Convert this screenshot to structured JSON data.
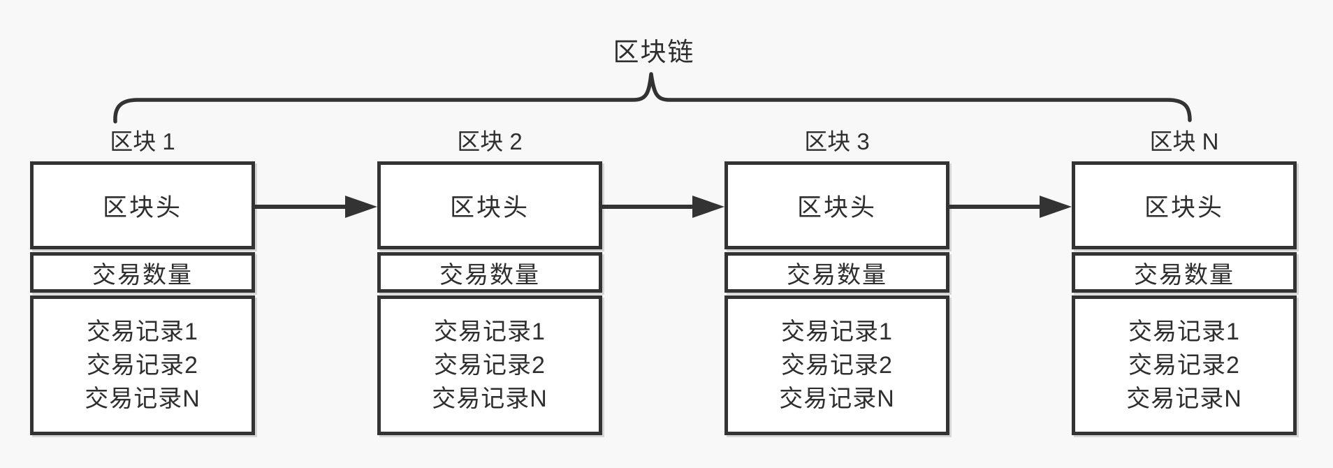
{
  "diagram": {
    "title": "区块链",
    "blocks": [
      {
        "label": "区块 1",
        "header": "区块头",
        "count": "交易数量",
        "records": [
          "交易记录1",
          "交易记录2",
          "交易记录N"
        ]
      },
      {
        "label": "区块 2",
        "header": "区块头",
        "count": "交易数量",
        "records": [
          "交易记录1",
          "交易记录2",
          "交易记录N"
        ]
      },
      {
        "label": "区块 3",
        "header": "区块头",
        "count": "交易数量",
        "records": [
          "交易记录1",
          "交易记录2",
          "交易记录N"
        ]
      },
      {
        "label": "区块 N",
        "header": "区块头",
        "count": "交易数量",
        "records": [
          "交易记录1",
          "交易记录2",
          "交易记录N"
        ]
      }
    ],
    "colors": {
      "background": "#f8f8f8",
      "box_fill": "#ffffff",
      "line": "#333333",
      "text": "#2e2e2e",
      "shadow": "#d6d6d6"
    }
  }
}
